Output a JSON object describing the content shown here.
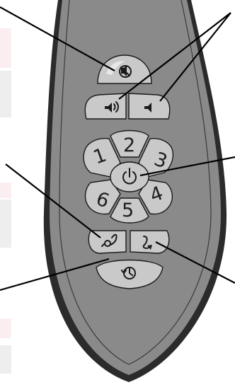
{
  "colors": {
    "body_fill": "#8a8a8a",
    "body_edge": "#2b2b2b",
    "button_fill": "#c9c9c9",
    "side_panel_pink": "#fbeef1",
    "side_panel_gray": "#eeeeef"
  },
  "buttons": {
    "mute": {
      "icon": "mute-icon"
    },
    "volume_left": {
      "icon": "speaker-left-icon"
    },
    "volume_right": {
      "icon": "speaker-right-icon"
    },
    "power": {
      "icon": "power-icon"
    },
    "brightness": {
      "icon": "brightness-icon"
    },
    "call": {
      "icon": "call-icon"
    },
    "history": {
      "icon": "history-icon"
    }
  },
  "number_buttons": [
    {
      "label": "1"
    },
    {
      "label": "2"
    },
    {
      "label": "3"
    },
    {
      "label": "4"
    },
    {
      "label": "5"
    },
    {
      "label": "6"
    }
  ]
}
